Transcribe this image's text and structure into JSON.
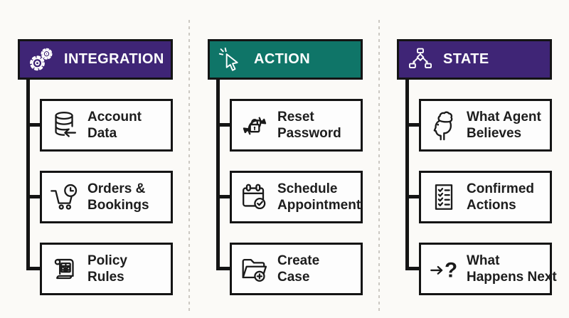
{
  "diagram": {
    "background": "#fbfaf7",
    "divider_color": "#ccc9c3",
    "line_color": "#141414",
    "columns": [
      {
        "id": "integration",
        "header": {
          "label": "INTEGRATION",
          "icon": "gears-icon",
          "bg": "#3f2576",
          "text_color": "#ffffff"
        },
        "items": [
          {
            "icon": "database-arrow-icon",
            "lines": [
              "Account",
              "Data"
            ]
          },
          {
            "icon": "cart-clock-icon",
            "lines": [
              "Orders &",
              "Bookings"
            ]
          },
          {
            "icon": "policy-scroll-icon",
            "lines": [
              "Policy",
              "Rules"
            ]
          }
        ]
      },
      {
        "id": "action",
        "header": {
          "label": "ACTION",
          "icon": "cursor-click-icon",
          "bg": "#0f7568",
          "text_color": "#ffffff"
        },
        "items": [
          {
            "icon": "lock-refresh-icon",
            "lines": [
              "Reset",
              "Password"
            ]
          },
          {
            "icon": "calendar-check-icon",
            "lines": [
              "Schedule",
              "Appointment"
            ]
          },
          {
            "icon": "folder-plus-icon",
            "lines": [
              "Create",
              "Case"
            ]
          }
        ]
      },
      {
        "id": "state",
        "header": {
          "label": "STATE",
          "icon": "flowchart-icon",
          "bg": "#3f2576",
          "text_color": "#ffffff"
        },
        "items": [
          {
            "icon": "head-thought-icon",
            "lines": [
              "What Agent",
              "Believes"
            ]
          },
          {
            "icon": "checklist-icon",
            "lines": [
              "Confirmed",
              "Actions"
            ]
          },
          {
            "icon": "arrow-question-icon",
            "lines": [
              "What",
              "Happens Next"
            ]
          }
        ]
      }
    ]
  }
}
